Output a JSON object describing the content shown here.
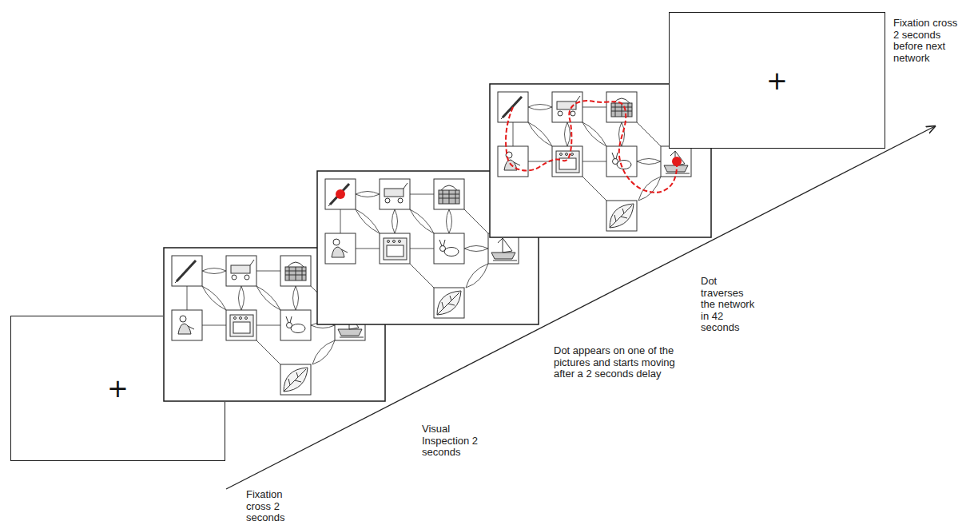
{
  "diagram": {
    "nodes": [
      {
        "text": [
          "+"
        ]
      },
      {
        "text": [
          "+"
        ]
      }
    ],
    "labels": [
      "Fixation cross 2 seconds",
      "Visual Inspection 2 seconds",
      "Dot appears on one of the pictures and starts moving after a 2 seconds delay",
      "Dot traverses the network in 42 seconds",
      "Fixation cross 2 seconds before next network"
    ]
  }
}
